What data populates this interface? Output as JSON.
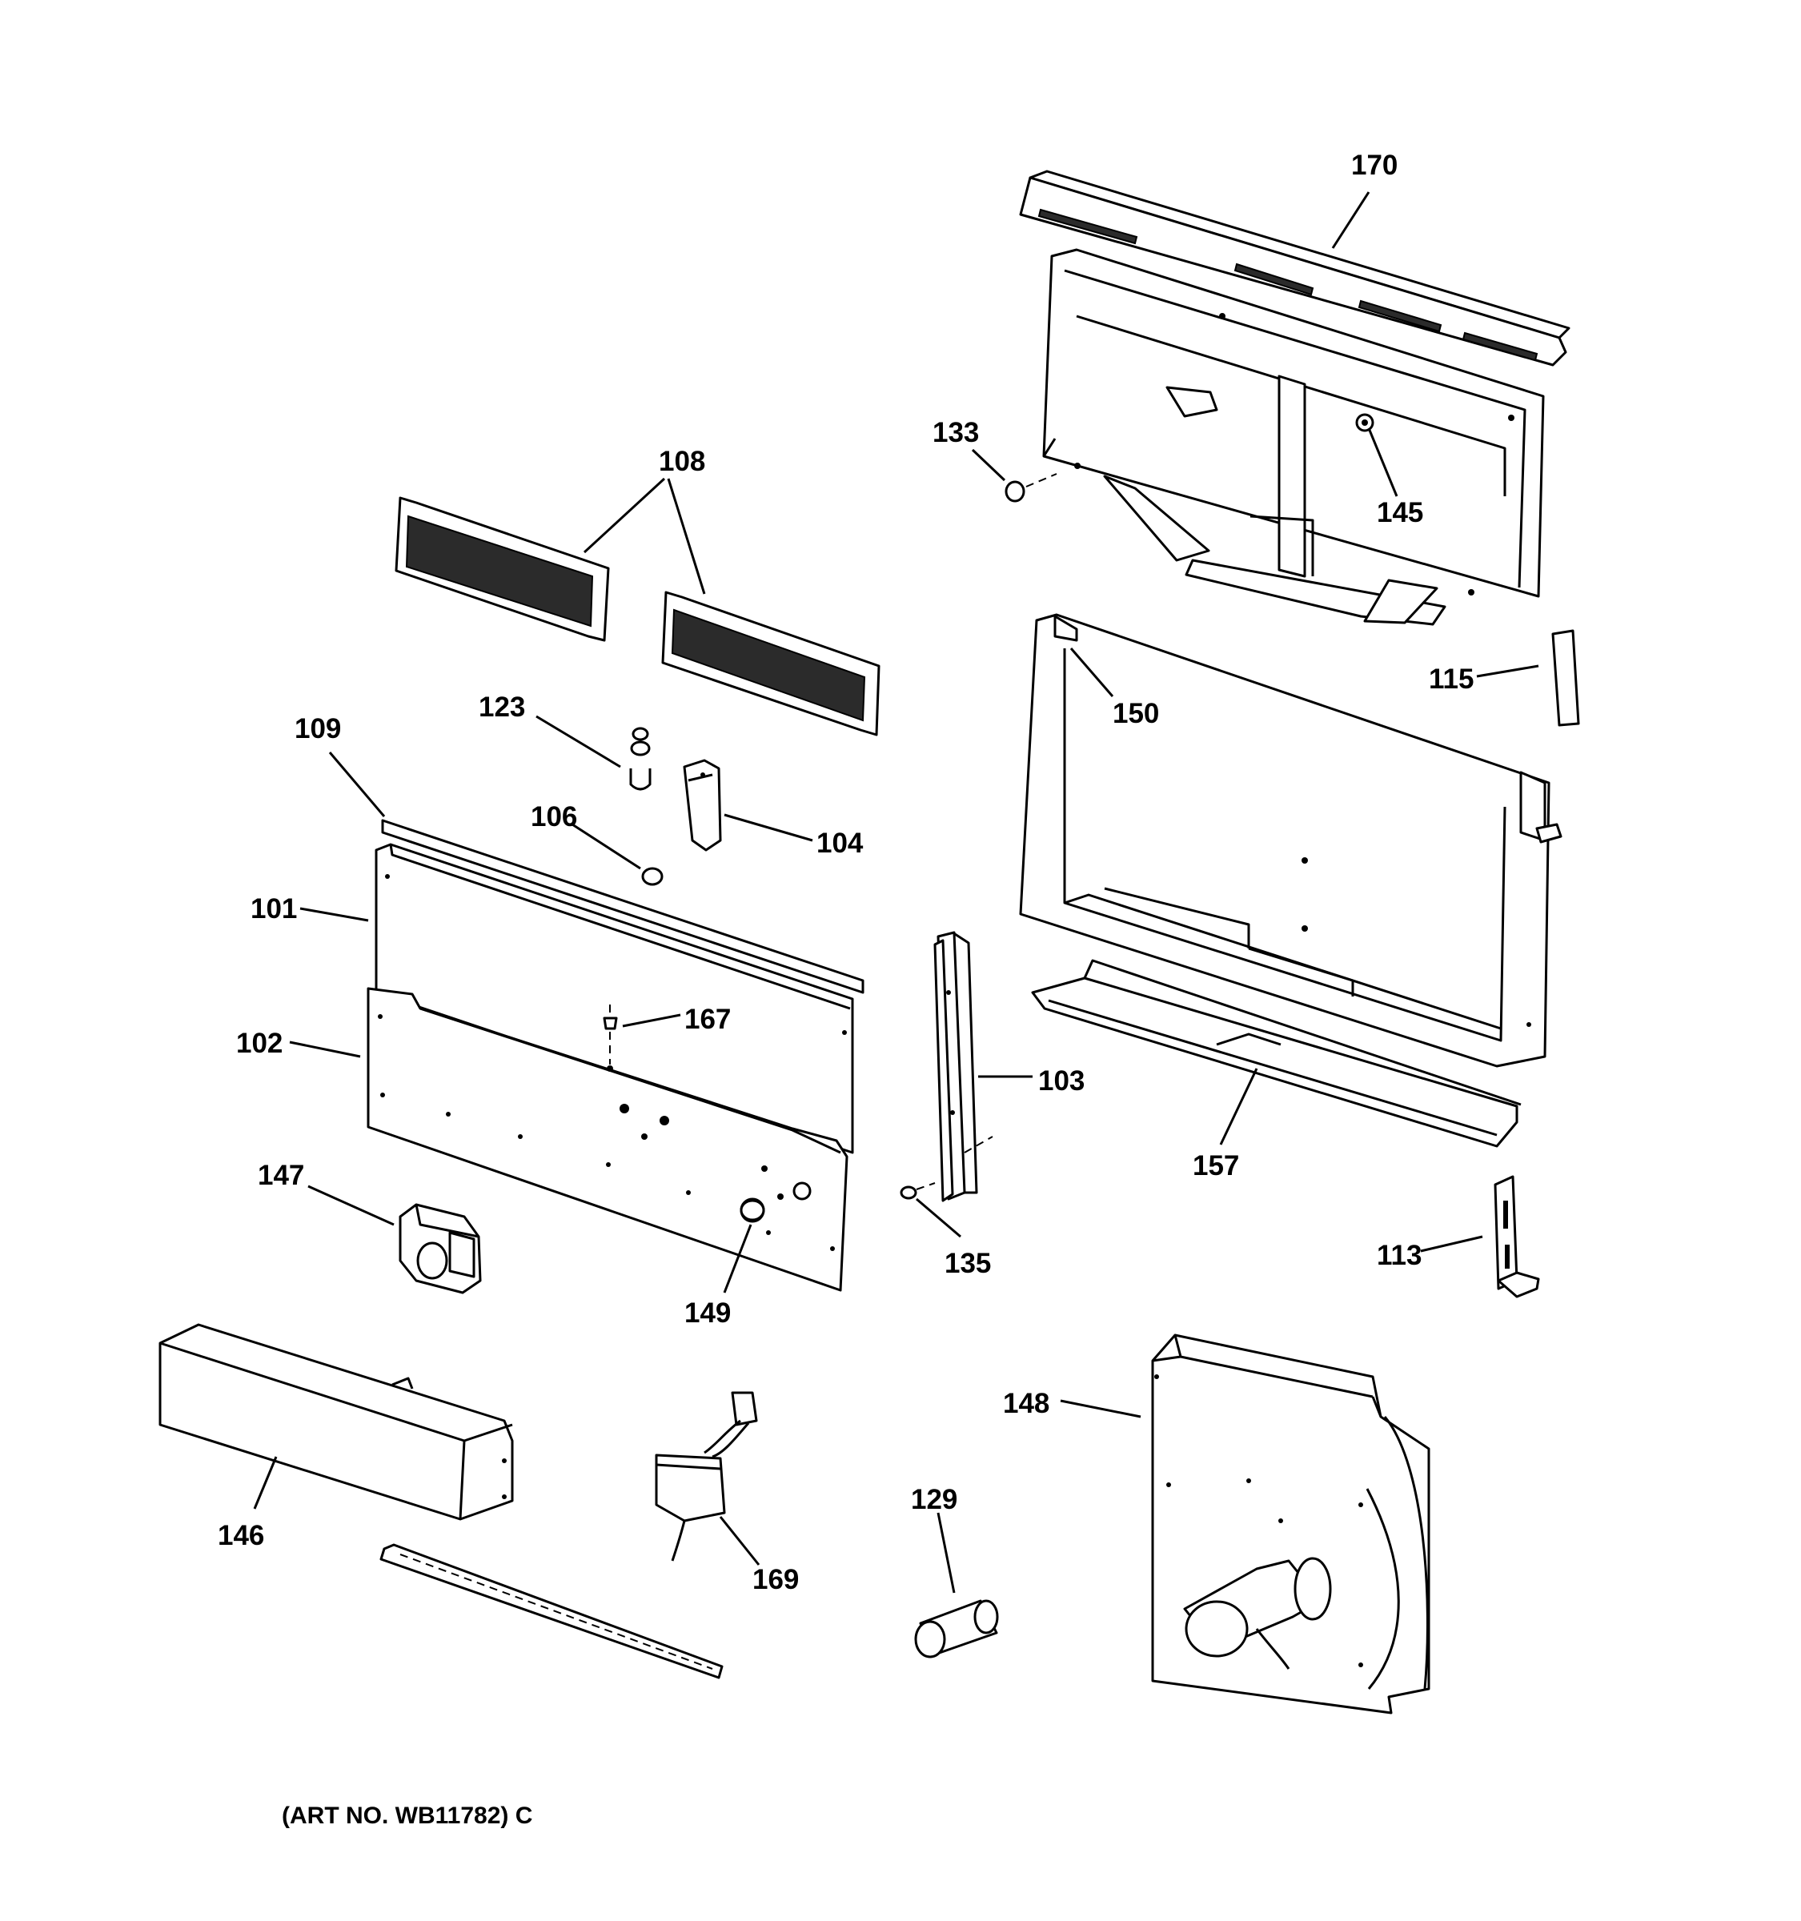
{
  "labels": {
    "p170": "170",
    "p133": "133",
    "p145": "145",
    "p108": "108",
    "p115": "115",
    "p150": "150",
    "p123": "123",
    "p109": "109",
    "p106": "106",
    "p104": "104",
    "p101": "101",
    "p167": "167",
    "p102": "102",
    "p103": "103",
    "p157": "157",
    "p147": "147",
    "p135": "135",
    "p149": "149",
    "p113": "113",
    "p148": "148",
    "p146": "146",
    "p129": "129",
    "p169": "169"
  },
  "art_number": "(ART NO. WB11782) C"
}
